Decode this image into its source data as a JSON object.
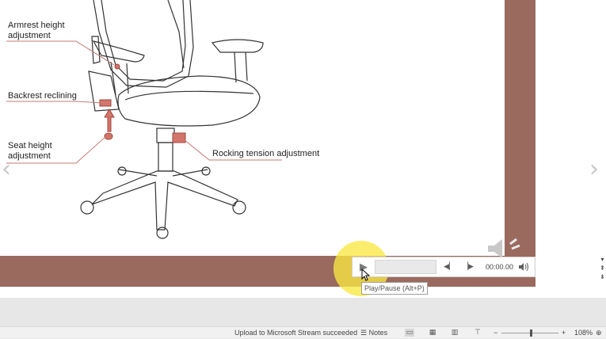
{
  "slide": {
    "callouts": {
      "armrest": "Armrest height adjustment",
      "backrest": "Backrest reclining",
      "seat": "Seat height adjustment",
      "rocking": "Rocking tension adjustment"
    }
  },
  "media": {
    "time": "00:00.00",
    "tooltip": "Play/Pause (Alt+P)"
  },
  "status_bar": {
    "message": "Upload to Microsoft Stream succeeded",
    "notes_label": "Notes",
    "zoom_minus": "−",
    "zoom_plus": "+",
    "zoom_level": "108%"
  },
  "colors": {
    "slide_accent": "#9a6a5f",
    "highlight": "#f8e842"
  }
}
